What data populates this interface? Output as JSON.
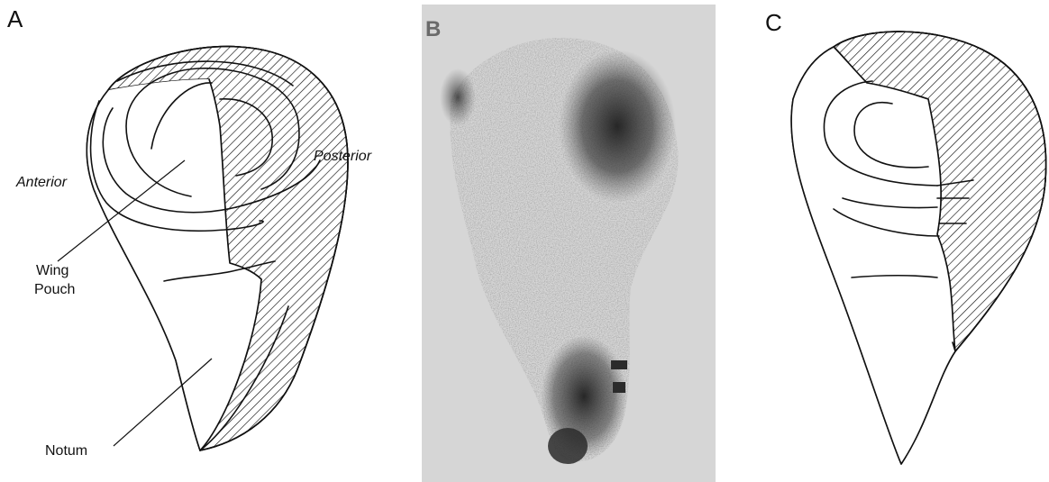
{
  "panels": {
    "a": {
      "letter": "A"
    },
    "b": {
      "letter": "B"
    },
    "c": {
      "letter": "C"
    }
  },
  "labels": {
    "anterior": "Anterior",
    "posterior": "Posterior",
    "wing_line1": "Wing",
    "wing_line2": "Pouch",
    "notum": "Notum"
  },
  "colors": {
    "ink": "#111111",
    "photo_background": "#d6d6d6",
    "stain": "#2a2a2a"
  }
}
